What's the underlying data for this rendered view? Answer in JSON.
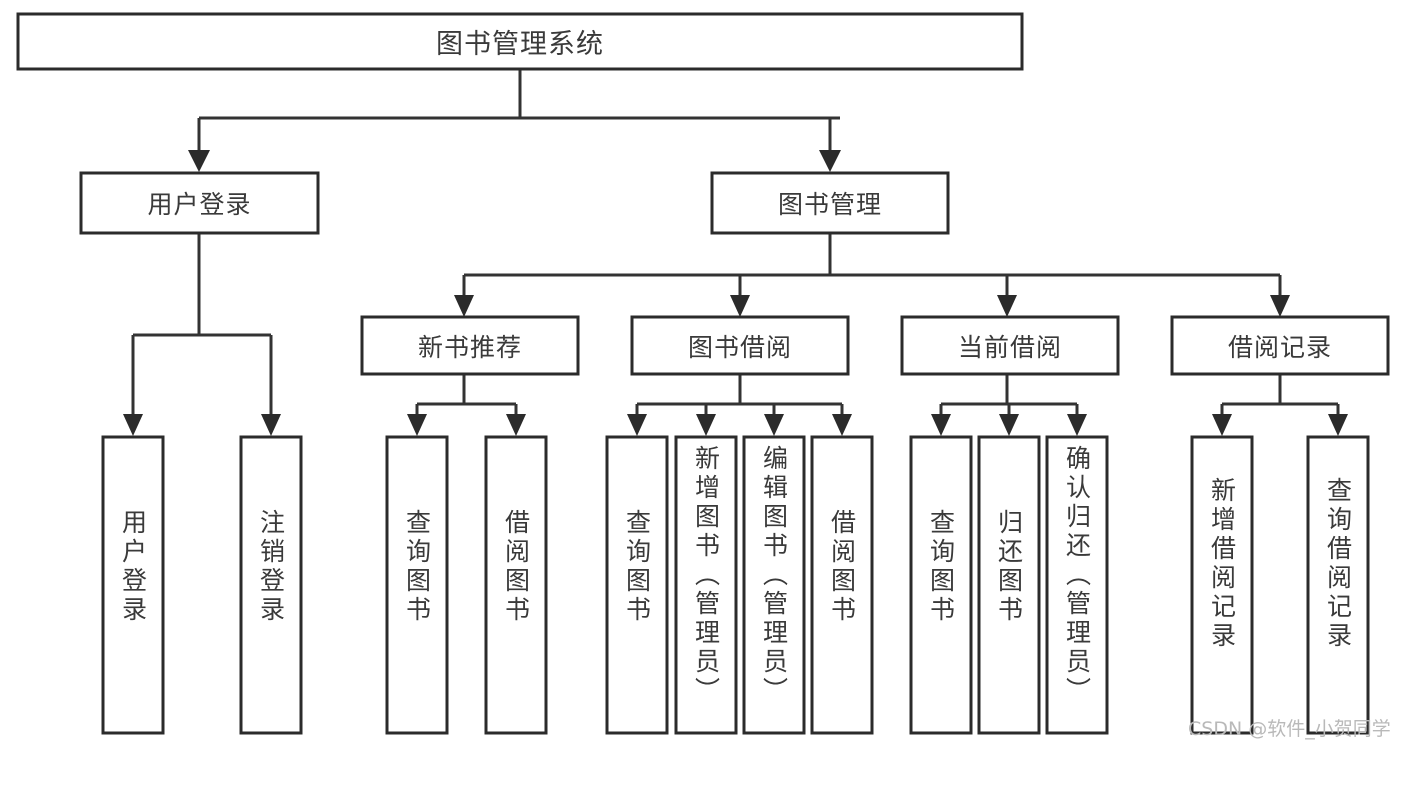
{
  "diagram": {
    "type": "tree-hierarchy",
    "title": "图书管理系统",
    "orientation": "top-down",
    "colors": {
      "box_fill": "#ffffff",
      "box_border": "#2b2b2b",
      "connector": "#333333",
      "text": "#3a3a3a",
      "background": "#ffffff",
      "watermark": "#b9b9b9"
    },
    "levels": {
      "root": "图书管理系统",
      "level2": [
        "用户登录",
        "图书管理"
      ],
      "level3": [
        "新书推荐",
        "图书借阅",
        "当前借阅",
        "借阅记录"
      ]
    }
  },
  "nodes": {
    "root": {
      "label": "图书管理系统"
    },
    "user_login": {
      "label": "用户登录"
    },
    "book_manage": {
      "label": "图书管理"
    },
    "new_book_rec": {
      "label": "新书推荐"
    },
    "book_borrow": {
      "label": "图书借阅"
    },
    "current_borrow": {
      "label": "当前借阅"
    },
    "borrow_record": {
      "label": "借阅记录"
    },
    "leaf_user_login": {
      "label": "用户登录"
    },
    "leaf_logout": {
      "label": "注销登录"
    },
    "leaf_query_book_a": {
      "label": "查询图书"
    },
    "leaf_borrow_book_a": {
      "label": "借阅图书"
    },
    "leaf_query_book_b": {
      "label": "查询图书"
    },
    "leaf_add_book": {
      "label": "新增图书（管理员）"
    },
    "leaf_edit_book": {
      "label": "编辑图书（管理员）"
    },
    "leaf_borrow_book_b": {
      "label": "借阅图书"
    },
    "leaf_query_book_c": {
      "label": "查询图书"
    },
    "leaf_return_book": {
      "label": "归还图书"
    },
    "leaf_confirm_return": {
      "label": "确认归还（管理员）"
    },
    "leaf_add_record": {
      "label": "新增借阅记录"
    },
    "leaf_query_record": {
      "label": "查询借阅记录"
    }
  },
  "edges": [
    {
      "from": "root",
      "to": "user_login"
    },
    {
      "from": "root",
      "to": "book_manage"
    },
    {
      "from": "user_login",
      "to": "leaf_user_login"
    },
    {
      "from": "user_login",
      "to": "leaf_logout"
    },
    {
      "from": "book_manage",
      "to": "new_book_rec"
    },
    {
      "from": "book_manage",
      "to": "book_borrow"
    },
    {
      "from": "book_manage",
      "to": "current_borrow"
    },
    {
      "from": "book_manage",
      "to": "borrow_record"
    },
    {
      "from": "new_book_rec",
      "to": "leaf_query_book_a"
    },
    {
      "from": "new_book_rec",
      "to": "leaf_borrow_book_a"
    },
    {
      "from": "book_borrow",
      "to": "leaf_query_book_b"
    },
    {
      "from": "book_borrow",
      "to": "leaf_add_book"
    },
    {
      "from": "book_borrow",
      "to": "leaf_edit_book"
    },
    {
      "from": "book_borrow",
      "to": "leaf_borrow_book_b"
    },
    {
      "from": "current_borrow",
      "to": "leaf_query_book_c"
    },
    {
      "from": "current_borrow",
      "to": "leaf_return_book"
    },
    {
      "from": "current_borrow",
      "to": "leaf_confirm_return"
    },
    {
      "from": "borrow_record",
      "to": "leaf_add_record"
    },
    {
      "from": "borrow_record",
      "to": "leaf_query_record"
    }
  ],
  "watermark": {
    "text": "CSDN @软件_小贺同学"
  }
}
